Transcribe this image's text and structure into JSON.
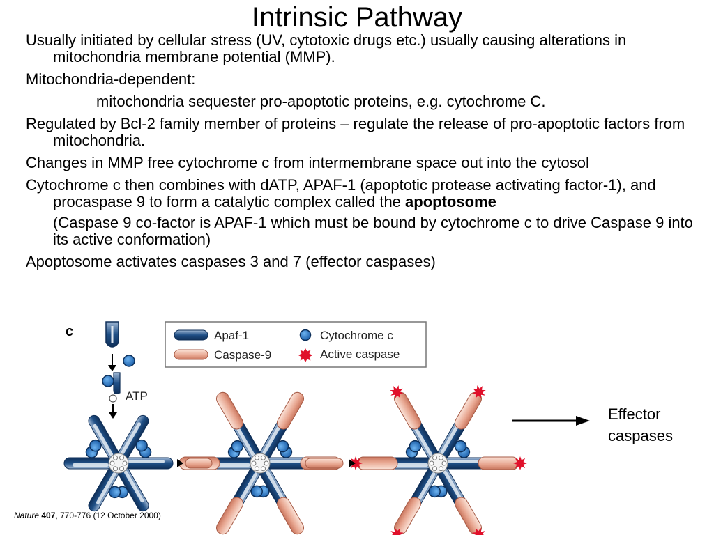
{
  "title": "Intrinsic Pathway",
  "bullets": {
    "b1": "Usually initiated by cellular stress (UV, cytotoxic drugs etc.) usually causing alterations in mitochondria membrane potential (MMP).",
    "b2": "Mitochondria-dependent:",
    "b2_sub": "mitochondria sequester pro-apoptotic proteins, e.g. cytochrome C.",
    "b3": "Regulated by Bcl-2 family member of proteins – regulate the release of pro-apoptotic factors from mitochondria.",
    "b4": "Changes in MMP free cytochrome c from intermembrane space out into the cytosol",
    "b5_pre": "Cytochrome c then combines with dATP, APAF-1 (apoptotic protease activating factor-1), and procaspase 9 to form a catalytic complex called the ",
    "b5_bold": "apoptosome",
    "b5_cont": "(Caspase 9 co-factor is APAF-1 which must be bound by cytochrome c to drive Caspase 9 into its active conformation)",
    "b6": "Apoptosome activates caspases 3 and 7 (effector caspases)"
  },
  "diagram": {
    "panel_label": "c",
    "atp_label": "ATP",
    "legend": {
      "apaf": "Apaf-1",
      "caspase9": "Caspase-9",
      "cytochrome": "Cytochrome c",
      "active": "Active caspase"
    },
    "colors": {
      "apaf_fill": "#1f4f86",
      "caspase_fill": "#e7a58f",
      "cytochrome": "#1f6fc0",
      "active": "#e0102a"
    }
  },
  "effector": {
    "line1": "Effector",
    "line2": "caspases"
  },
  "citation": {
    "journal": "Nature",
    "volume": "407",
    "rest": ", 770-776 (12 October 2000)"
  }
}
